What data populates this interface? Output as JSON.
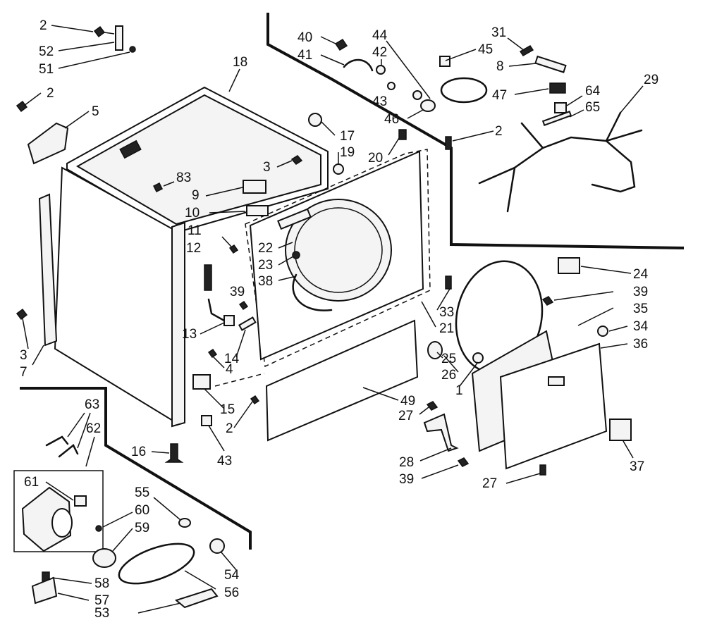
{
  "callouts": [
    {
      "id": "c2a",
      "text": "2"
    },
    {
      "id": "c52",
      "text": "52"
    },
    {
      "id": "c51",
      "text": "51"
    },
    {
      "id": "c2b",
      "text": "2"
    },
    {
      "id": "c5",
      "text": "5"
    },
    {
      "id": "c18",
      "text": "18"
    },
    {
      "id": "c83",
      "text": "83"
    },
    {
      "id": "c9",
      "text": "9"
    },
    {
      "id": "c10",
      "text": "10"
    },
    {
      "id": "c11",
      "text": "11"
    },
    {
      "id": "c12",
      "text": "12"
    },
    {
      "id": "c3a",
      "text": "3"
    },
    {
      "id": "c17",
      "text": "17"
    },
    {
      "id": "c19",
      "text": "19"
    },
    {
      "id": "c20",
      "text": "20"
    },
    {
      "id": "c22",
      "text": "22"
    },
    {
      "id": "c23",
      "text": "23"
    },
    {
      "id": "c38",
      "text": "38"
    },
    {
      "id": "c39a",
      "text": "39"
    },
    {
      "id": "c13",
      "text": "13"
    },
    {
      "id": "c14",
      "text": "14"
    },
    {
      "id": "c4",
      "text": "4"
    },
    {
      "id": "c15",
      "text": "15"
    },
    {
      "id": "c2c",
      "text": "2"
    },
    {
      "id": "c3b",
      "text": "3"
    },
    {
      "id": "c7",
      "text": "7"
    },
    {
      "id": "c16",
      "text": "16"
    },
    {
      "id": "c43a",
      "text": "43"
    },
    {
      "id": "c40",
      "text": "40"
    },
    {
      "id": "c41",
      "text": "41"
    },
    {
      "id": "c44",
      "text": "44"
    },
    {
      "id": "c42",
      "text": "42"
    },
    {
      "id": "c45",
      "text": "45"
    },
    {
      "id": "c43b",
      "text": "43"
    },
    {
      "id": "c46",
      "text": "46"
    },
    {
      "id": "c31",
      "text": "31"
    },
    {
      "id": "c8",
      "text": "8"
    },
    {
      "id": "c47",
      "text": "47"
    },
    {
      "id": "c64",
      "text": "64"
    },
    {
      "id": "c65",
      "text": "65"
    },
    {
      "id": "c29",
      "text": "29"
    },
    {
      "id": "c2d",
      "text": "2"
    },
    {
      "id": "c24",
      "text": "24"
    },
    {
      "id": "c39b",
      "text": "39"
    },
    {
      "id": "c35",
      "text": "35"
    },
    {
      "id": "c34",
      "text": "34"
    },
    {
      "id": "c36",
      "text": "36"
    },
    {
      "id": "c33",
      "text": "33"
    },
    {
      "id": "c21",
      "text": "21"
    },
    {
      "id": "c25",
      "text": "25"
    },
    {
      "id": "c26",
      "text": "26"
    },
    {
      "id": "c1",
      "text": "1"
    },
    {
      "id": "c49",
      "text": "49"
    },
    {
      "id": "c27a",
      "text": "27"
    },
    {
      "id": "c28",
      "text": "28"
    },
    {
      "id": "c39c",
      "text": "39"
    },
    {
      "id": "c27b",
      "text": "27"
    },
    {
      "id": "c37",
      "text": "37"
    },
    {
      "id": "c63",
      "text": "63"
    },
    {
      "id": "c62",
      "text": "62"
    },
    {
      "id": "c61",
      "text": "61"
    },
    {
      "id": "c55",
      "text": "55"
    },
    {
      "id": "c60",
      "text": "60"
    },
    {
      "id": "c59",
      "text": "59"
    },
    {
      "id": "c54",
      "text": "54"
    },
    {
      "id": "c58",
      "text": "58"
    },
    {
      "id": "c56",
      "text": "56"
    },
    {
      "id": "c57",
      "text": "57"
    },
    {
      "id": "c53",
      "text": "53"
    }
  ]
}
